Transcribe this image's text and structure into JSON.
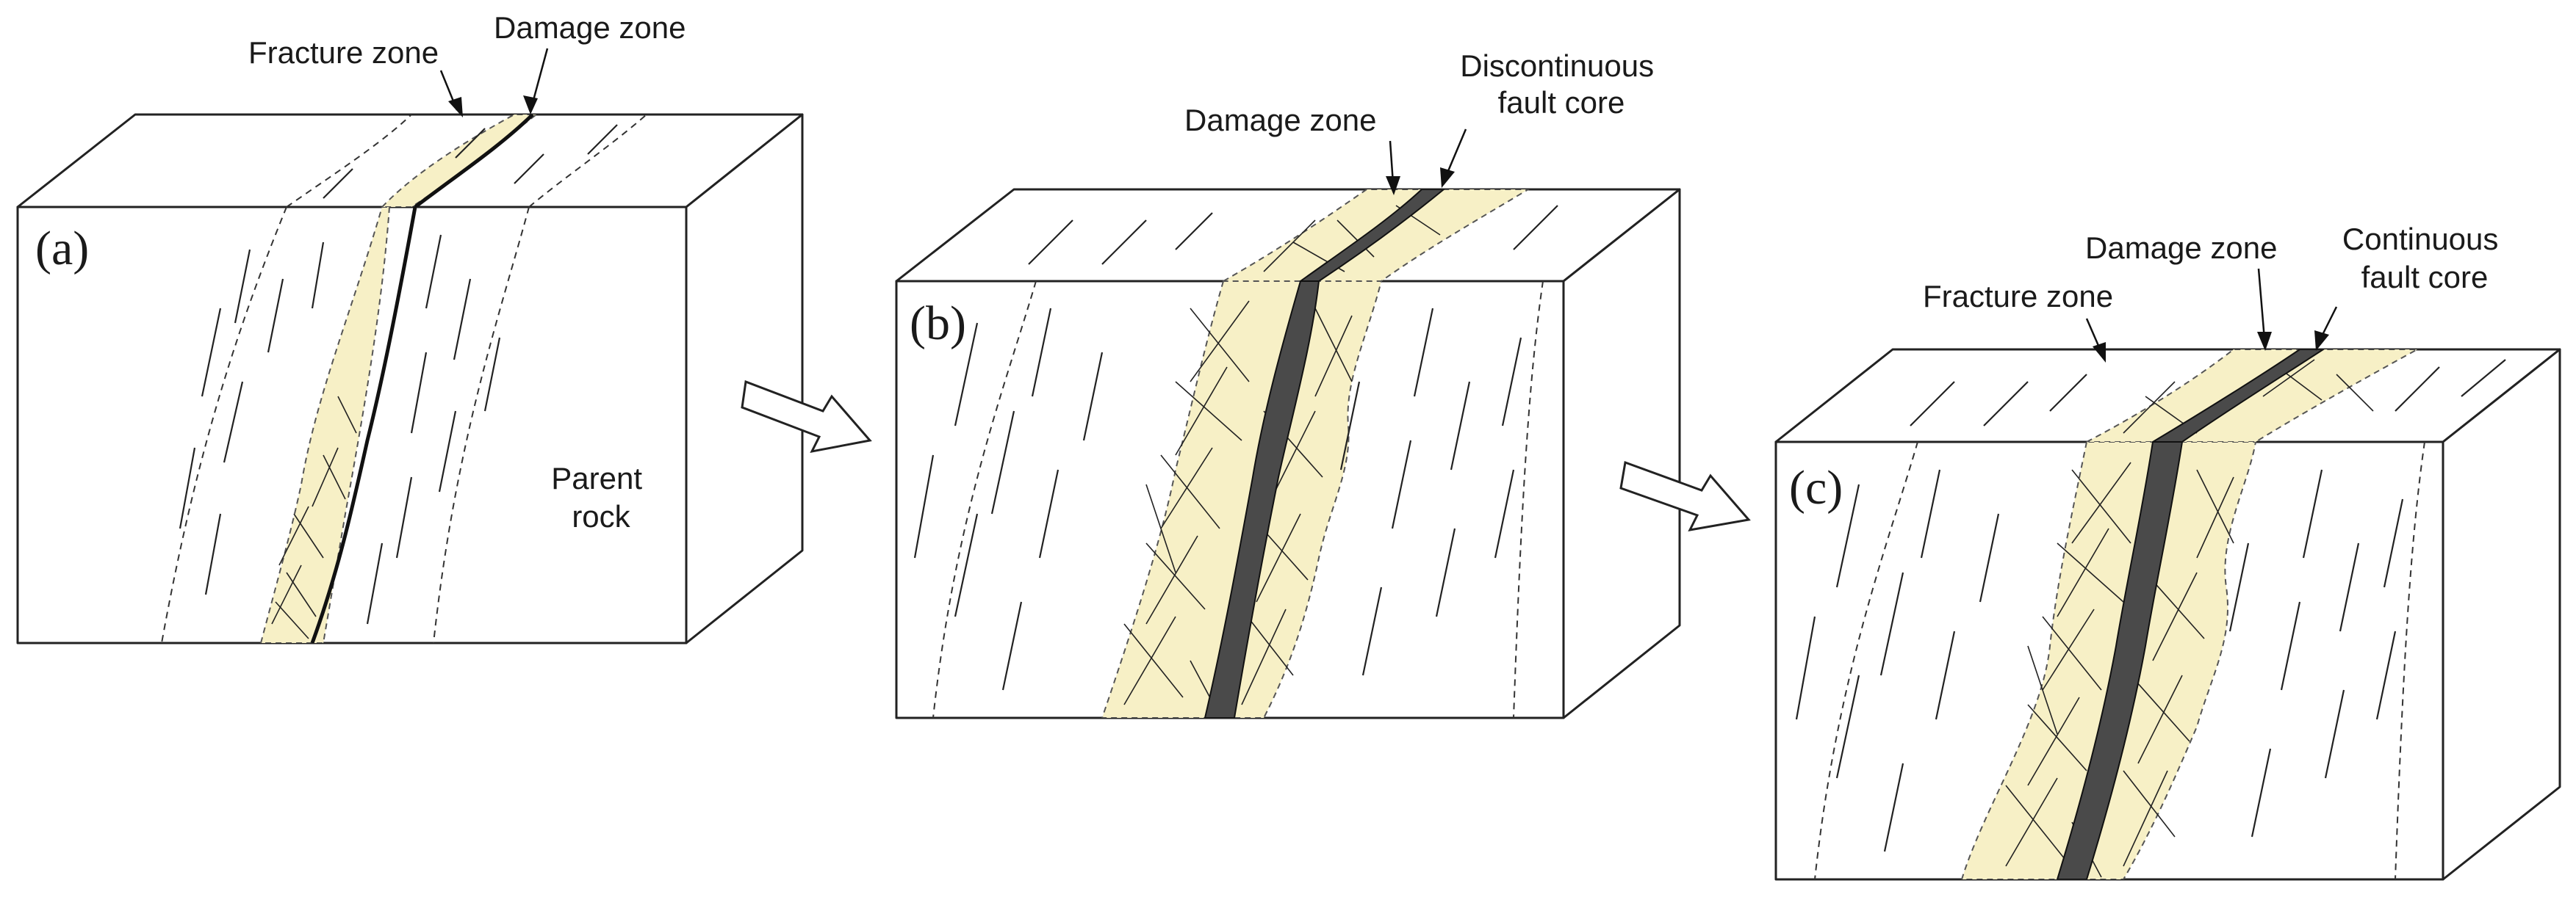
{
  "panels": [
    {
      "id": "a",
      "tag": "(a)",
      "labels": {
        "fracture_zone": "Fracture zone",
        "damage_zone": "Damage zone",
        "parent_rock": [
          "Parent",
          "rock"
        ]
      }
    },
    {
      "id": "b",
      "tag": "(b)",
      "labels": {
        "damage_zone": "Damage zone",
        "fault_core": [
          "Discontinuous",
          "fault core"
        ]
      }
    },
    {
      "id": "c",
      "tag": "(c)",
      "labels": {
        "fracture_zone": "Fracture zone",
        "damage_zone": "Damage zone",
        "fault_core": [
          "Continuous",
          "fault core"
        ]
      }
    }
  ],
  "colors": {
    "damage_zone_fill": "#f7f0c6",
    "fault_core_fill": "#4a4a4a",
    "outline": "#222222"
  }
}
